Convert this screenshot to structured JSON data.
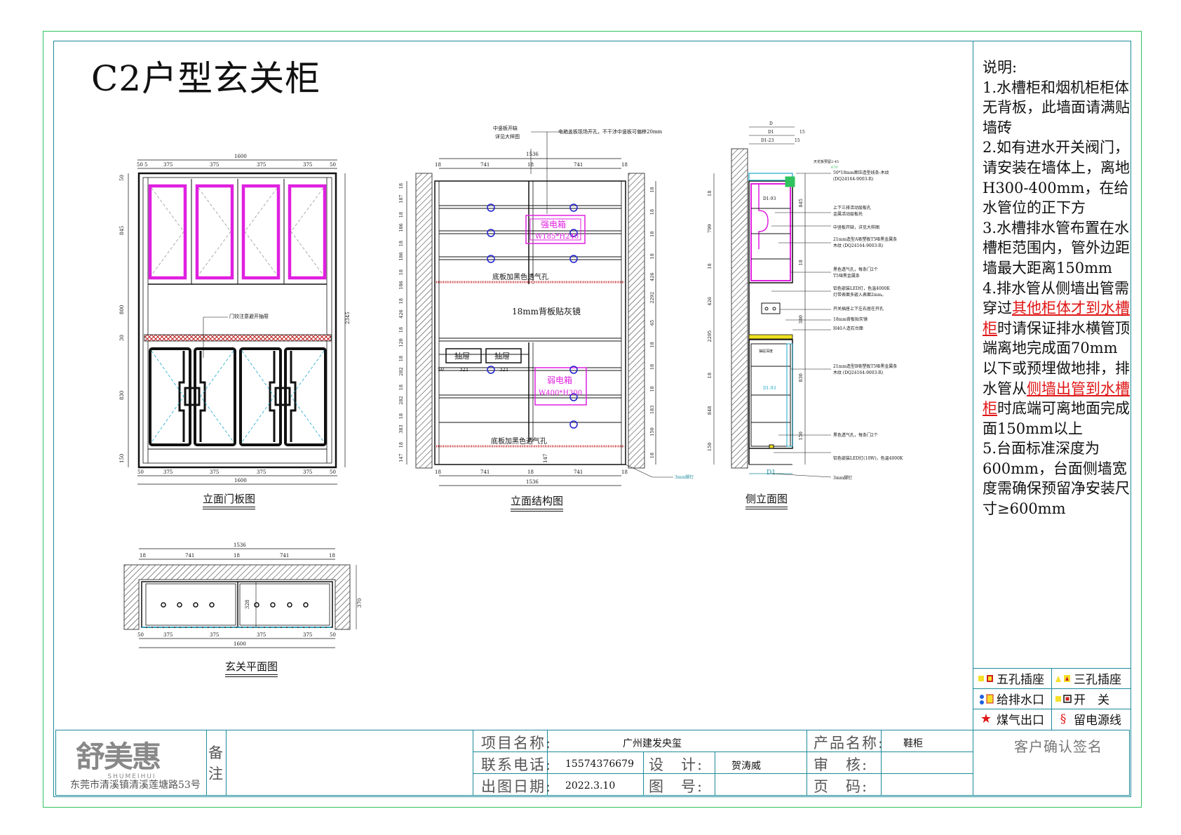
{
  "title": "C2户型玄关柜",
  "notes": {
    "heading": "说明:",
    "n1": "1.水槽柜和烟机柜柜体无背板，此墙面请满贴墙砖",
    "n2": "2.如有进水开关阀门，请安装在墙体上，离地H300-400mm，在给水管位的正下方",
    "n3": "3.水槽排水管布置在水槽柜范围内，管外边距墙最大距离150mm",
    "n4a": "4.排水管从侧墙出管需穿过",
    "n4b": "其他柜体才到水槽柜",
    "n4c": "时请保证排水横管顶端离地完成面70mm以下或预埋做地排，排水管从",
    "n4d": "侧墙出管到水槽柜",
    "n4e": "时底端可离地面完成面150mm以上",
    "n5": "5.台面标准深度为600mm，台面侧墙宽度需确保预留净安装尺寸≥600mm"
  },
  "views": {
    "door_elevation": {
      "caption": "立面门板图",
      "width_total": "1600",
      "dims_top": [
        "50",
        "375",
        "375",
        "375",
        "375",
        "50"
      ],
      "dims_bottom": [
        "50",
        "375",
        "375",
        "375",
        "375",
        "50"
      ],
      "dims_left": [
        "50",
        "845",
        "800",
        "30",
        "830",
        "150"
      ],
      "dim_right": "2345",
      "dim_top_small": "5",
      "note_hinge": "门铰注意避开抽屉"
    },
    "structure_elevation": {
      "caption": "立面结构图",
      "width_total": "1536",
      "dims_top": [
        "18",
        "741",
        "18",
        "741",
        "18"
      ],
      "dims_bottom": [
        "18",
        "741",
        "18",
        "741",
        "18"
      ],
      "dims_left": [
        "18",
        "187",
        "18",
        "186",
        "18",
        "186",
        "18",
        "186",
        "18",
        "426",
        "18",
        "120",
        "18",
        "282",
        "18",
        "282",
        "18",
        "383",
        "18",
        "147"
      ],
      "dims_right": [
        "18",
        "18",
        "18",
        "18",
        "426",
        "2292",
        "65",
        "18",
        "18",
        "18",
        "183",
        "150",
        "18"
      ],
      "note_top1": "中竖板开缺",
      "note_top2": "详见大样图",
      "note_top3": "电箱盖板现场开孔，不干涉中竖板可偏移20mm",
      "strong_box_label": "强电箱",
      "strong_box_size": "W185*H240",
      "weak_box_label": "弱电箱",
      "weak_box_size": "W400*H300",
      "vent_upper": "底板加黑色透气孔",
      "mirror": "18mm背板贴灰镜",
      "drawer1": "抽屉",
      "drawer2": "抽屉",
      "drawer_dims": [
        "50",
        "321",
        "321"
      ],
      "vent_lower": "底板加黑色透气孔",
      "dim_lower": "147",
      "kick": "3mm脚钉"
    },
    "side_elevation": {
      "caption": "侧立面图",
      "dims_top": [
        "D",
        "D1",
        "15",
        "D1-23",
        "15"
      ],
      "dims_left": [
        "18",
        "799",
        "18",
        "426",
        "2295",
        "18",
        "848",
        "150"
      ],
      "dims_right": [
        "845",
        "18",
        "380",
        "830",
        "150"
      ],
      "d1_93_top": "D1-93",
      "d1_93_bottom": "D1-93",
      "d1": "D1",
      "dim_tag": "670",
      "labels": [
        "50*18mm顺压造型线条-木纹",
        "(DQ24164-9003-R)",
        "上下三排活动层板孔",
        "金属活动层板托",
        "中竖板开缺，详见大样图",
        "21mm造型A吸塑板T5哑黑金属条",
        "木纹 (DQ24164-9003-R)",
        "黑色透气孔，每条门2个",
        "T5哑黑金属条",
        "铝色嵌装LED灯，色温4000K",
        "灯带表面多嵌入表面2mm。",
        "开关插座上下左右居在开孔",
        "18mm背板贴灰镜",
        "H40人造石台面",
        "21mm造型B吸塑板T5哑黑金属条",
        "木纹 (DQ24164-9003-R)",
        "黑色透气孔，每条门2个",
        "铝色嵌装LED灯(10W)，色温4000K",
        "3mm脚钉"
      ],
      "top_tag": "天花板预留2-45",
      "drawer_tag": "抽屉深度"
    },
    "plan": {
      "caption": "玄关平面图",
      "width_total": "1536",
      "dims_top": [
        "18",
        "741",
        "18",
        "741",
        "18"
      ],
      "dims_bottom": [
        "50",
        "375",
        "375",
        "375",
        "375",
        "50"
      ],
      "width_bottom": "1600",
      "depth_inner": "328",
      "depth_outer": "370"
    }
  },
  "legend": [
    {
      "icon": "five-hole-socket-icon",
      "label": "五孔插座"
    },
    {
      "icon": "three-hole-socket-icon",
      "label": "三孔插座"
    },
    {
      "icon": "water-outlet-icon",
      "label": "给排水口"
    },
    {
      "icon": "switch-icon",
      "label": "开　关"
    },
    {
      "icon": "gas-outlet-icon",
      "label": "煤气出口"
    },
    {
      "icon": "power-line-icon",
      "label": "留电源线"
    }
  ],
  "title_block": {
    "brand": "舒美惠",
    "brand_sub": "SHUMEIHUI",
    "address": "东莞市清溪镇清溪莲塘路53号",
    "remark_label": "备注",
    "project_label": "项目名称:",
    "project_value": "广州建发央玺",
    "phone_label": "联系电话:",
    "phone_value": "15574376679",
    "date_label": "出图日期:",
    "date_value": "2022.3.10",
    "designer_label": "设　计:",
    "designer_value": "贺涛威",
    "drawing_no_label": "图　号:",
    "product_label": "产品名称:",
    "product_value": "鞋柜",
    "review_label": "审　核:",
    "page_label": "页　码:",
    "sign_label": "客户确认签名"
  },
  "colors": {
    "frame_green": "#2fc25e",
    "frame_teal": "#1d8a9b",
    "magenta": "#e020e0",
    "cyan": "#1aa8c8",
    "red": "#e01616",
    "blue": "#2020d0"
  }
}
